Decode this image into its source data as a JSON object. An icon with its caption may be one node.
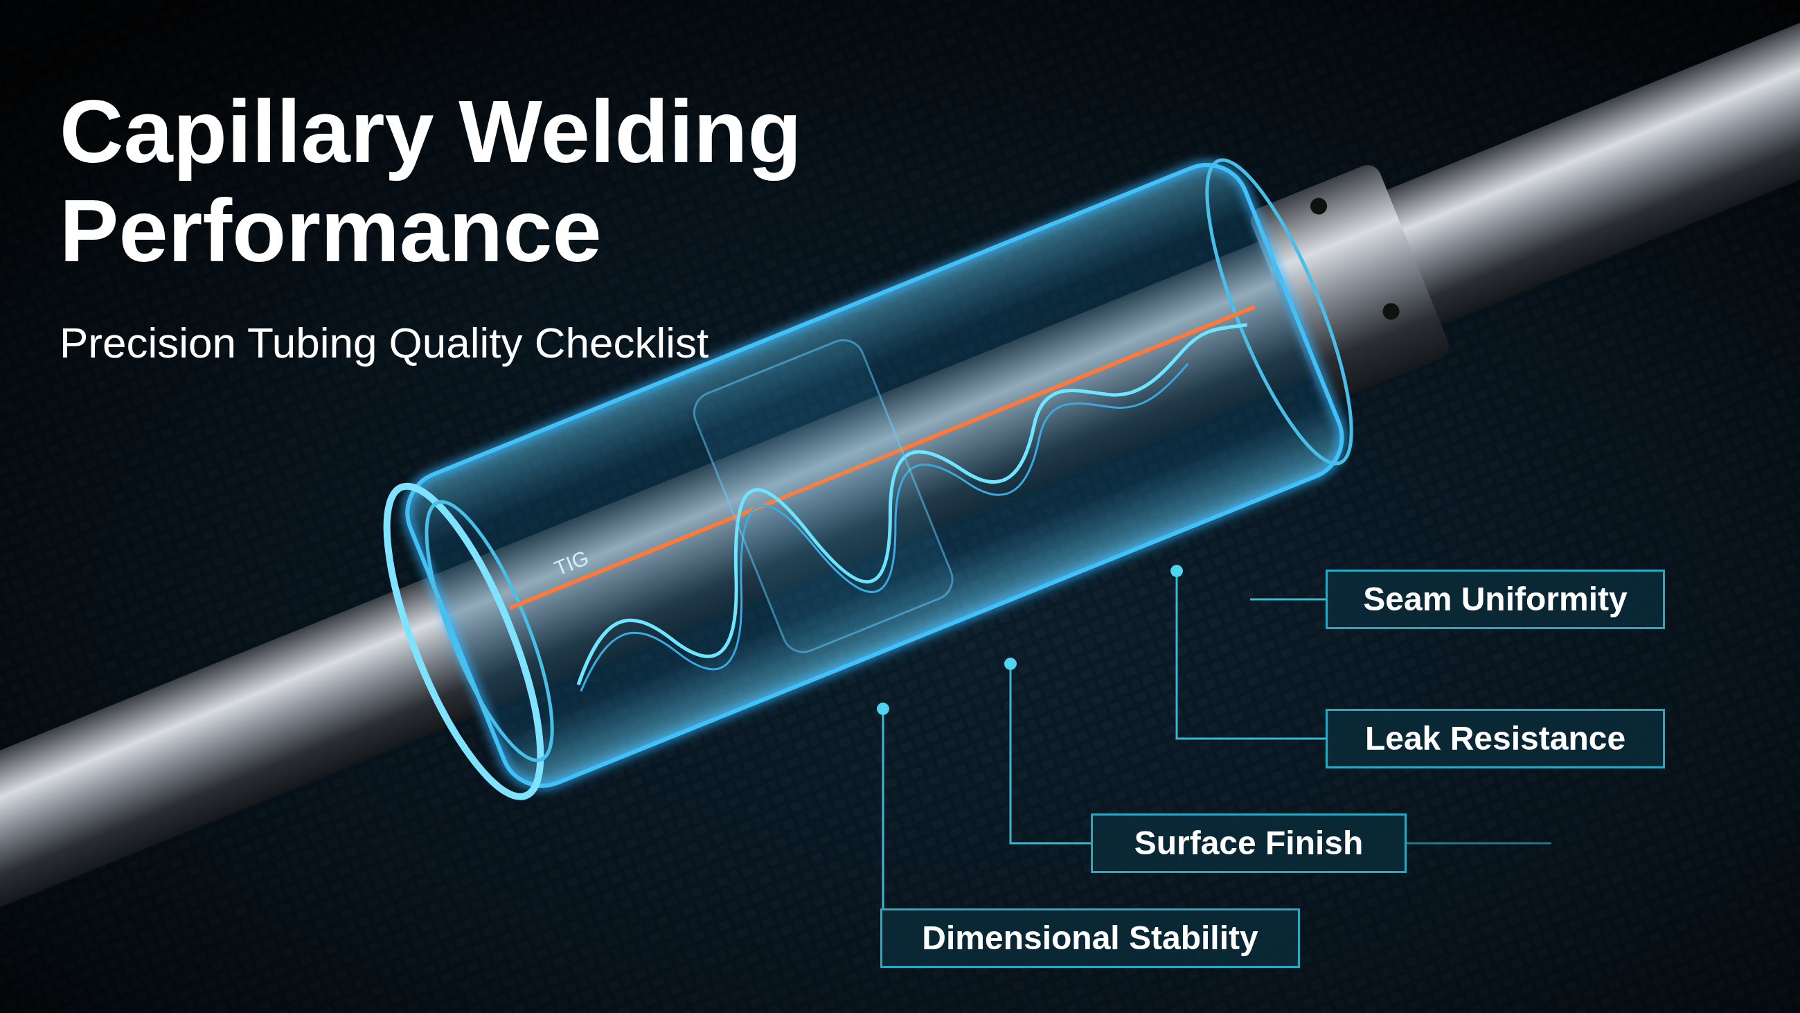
{
  "diagram": {
    "title": "Capillary Welding Performance",
    "nodes": [
      {
        "text": [
          "Seam Uniformity"
        ]
      },
      {
        "text": [
          "Leak Resistance"
        ]
      },
      {
        "text": [
          "Surface Finish"
        ]
      },
      {
        "text": [
          "Dimensional Stability"
        ]
      }
    ],
    "edges": [
      {
        "from": 0,
        "to": null,
        "arrow": "none"
      },
      {
        "from": 1,
        "to": null,
        "arrow": "other"
      },
      {
        "from": 2,
        "to": null,
        "arrow": "other"
      },
      {
        "from": 3,
        "to": null,
        "arrow": "other"
      }
    ],
    "labels": [
      "Precision Tubing Quality Checklist",
      "TIG"
    ]
  }
}
